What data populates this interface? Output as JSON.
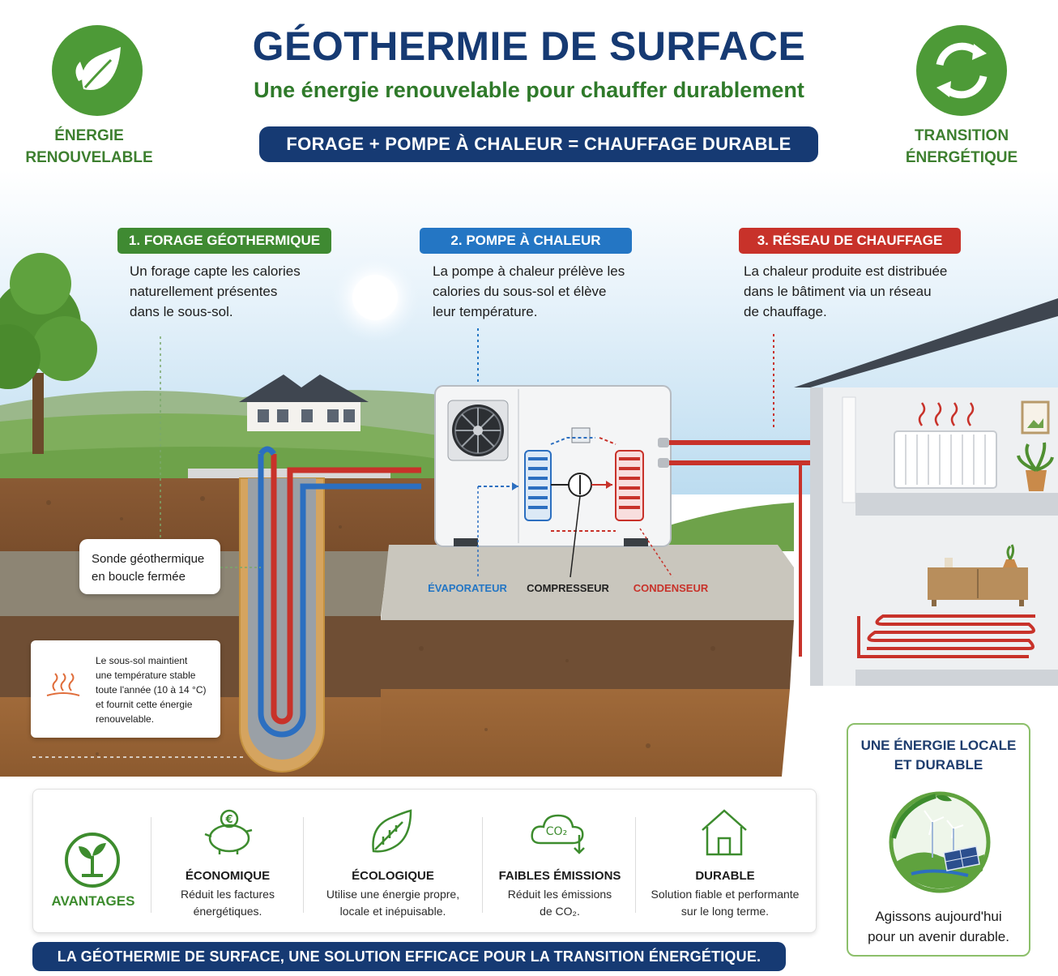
{
  "header": {
    "title": "GÉOTHERMIE DE SURFACE",
    "subtitle": "Une énergie renouvelable pour chauffer durablement",
    "equation": "FORAGE  +  POMPE À CHALEUR  =  CHAUFFAGE DURABLE",
    "left_badge_line1": "ÉNERGIE",
    "left_badge_line2": "RENOUVELABLE",
    "right_badge_line1": "TRANSITION",
    "right_badge_line2": "ÉNERGÉTIQUE"
  },
  "steps": [
    {
      "title": "1. FORAGE GÉOTHERMIQUE",
      "lines": [
        "Un forage capte les calories",
        "naturellement présentes",
        "dans le sous-sol."
      ]
    },
    {
      "title": "2. POMPE À CHALEUR",
      "lines": [
        "La pompe à chaleur prélève les",
        "calories du sous-sol et élève",
        "leur température."
      ]
    },
    {
      "title": "3. RÉSEAU DE CHAUFFAGE",
      "lines": [
        "La chaleur produite est distribuée",
        "dans le bâtiment via un réseau",
        "de chauffage."
      ]
    }
  ],
  "diagram": {
    "probe_line1": "Sonde géothermique",
    "probe_line2": "en boucle fermée",
    "subsoil_lines": [
      "Le sous-sol maintient",
      "une température stable",
      "toute l'année (10 à 14 °C)",
      "et fournit cette énergie",
      "renouvelable."
    ],
    "evaporator": "ÉVAPORATEUR",
    "compressor": "COMPRESSEUR",
    "condenser": "CONDENSEUR"
  },
  "advantages": {
    "heading": "AVANTAGES",
    "items": [
      {
        "title": "ÉCONOMIQUE",
        "line1": "Réduit les factures",
        "line2": "énergétiques."
      },
      {
        "title": "ÉCOLOGIQUE",
        "line1": "Utilise une énergie propre,",
        "line2": "locale et inépuisable."
      },
      {
        "title": "FAIBLES ÉMISSIONS",
        "line1": "Réduit les émissions",
        "line2": "de CO₂."
      },
      {
        "title": "DURABLE",
        "line1": "Solution fiable et performante",
        "line2": "sur le long terme."
      }
    ]
  },
  "local": {
    "title_line1": "UNE ÉNERGIE LOCALE",
    "title_line2": "ET DURABLE",
    "text_line1": "Agissons aujourd'hui",
    "text_line2": "pour un avenir durable."
  },
  "footer": "LA GÉOTHERMIE DE SURFACE, UNE SOLUTION EFFICACE POUR LA TRANSITION ÉNERGÉTIQUE.",
  "icons": {
    "leaf-icon": "leaf",
    "recycle-icon": "recycle arrows",
    "fan-icon": "fan",
    "piggy-bank-icon": "piggy bank with euro",
    "co2-icon": "CO2 cloud",
    "house-icon": "house outline",
    "heat-icon": "heat waves"
  },
  "colors": {
    "navy": "#163a73",
    "green": "#3d8c2e",
    "blue": "#1f6fc0",
    "red": "#c8322a"
  }
}
